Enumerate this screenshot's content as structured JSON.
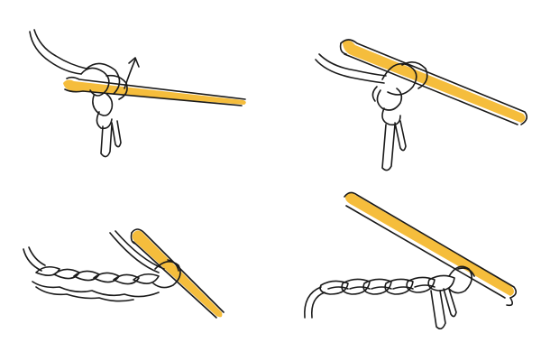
{
  "illustration": {
    "background": "#ffffff",
    "line_color": "#1a1a1a",
    "hook_color": "#f5bd3c",
    "panels": [
      {
        "step": "slip-knot-on-hook",
        "icon": "crochet-hook-icon"
      },
      {
        "step": "yarn-over-hook",
        "icon": "crochet-hook-icon"
      },
      {
        "step": "chain-stitch-row",
        "icon": "crochet-hook-icon"
      },
      {
        "step": "foundation-chain",
        "icon": "crochet-hook-icon"
      }
    ]
  }
}
